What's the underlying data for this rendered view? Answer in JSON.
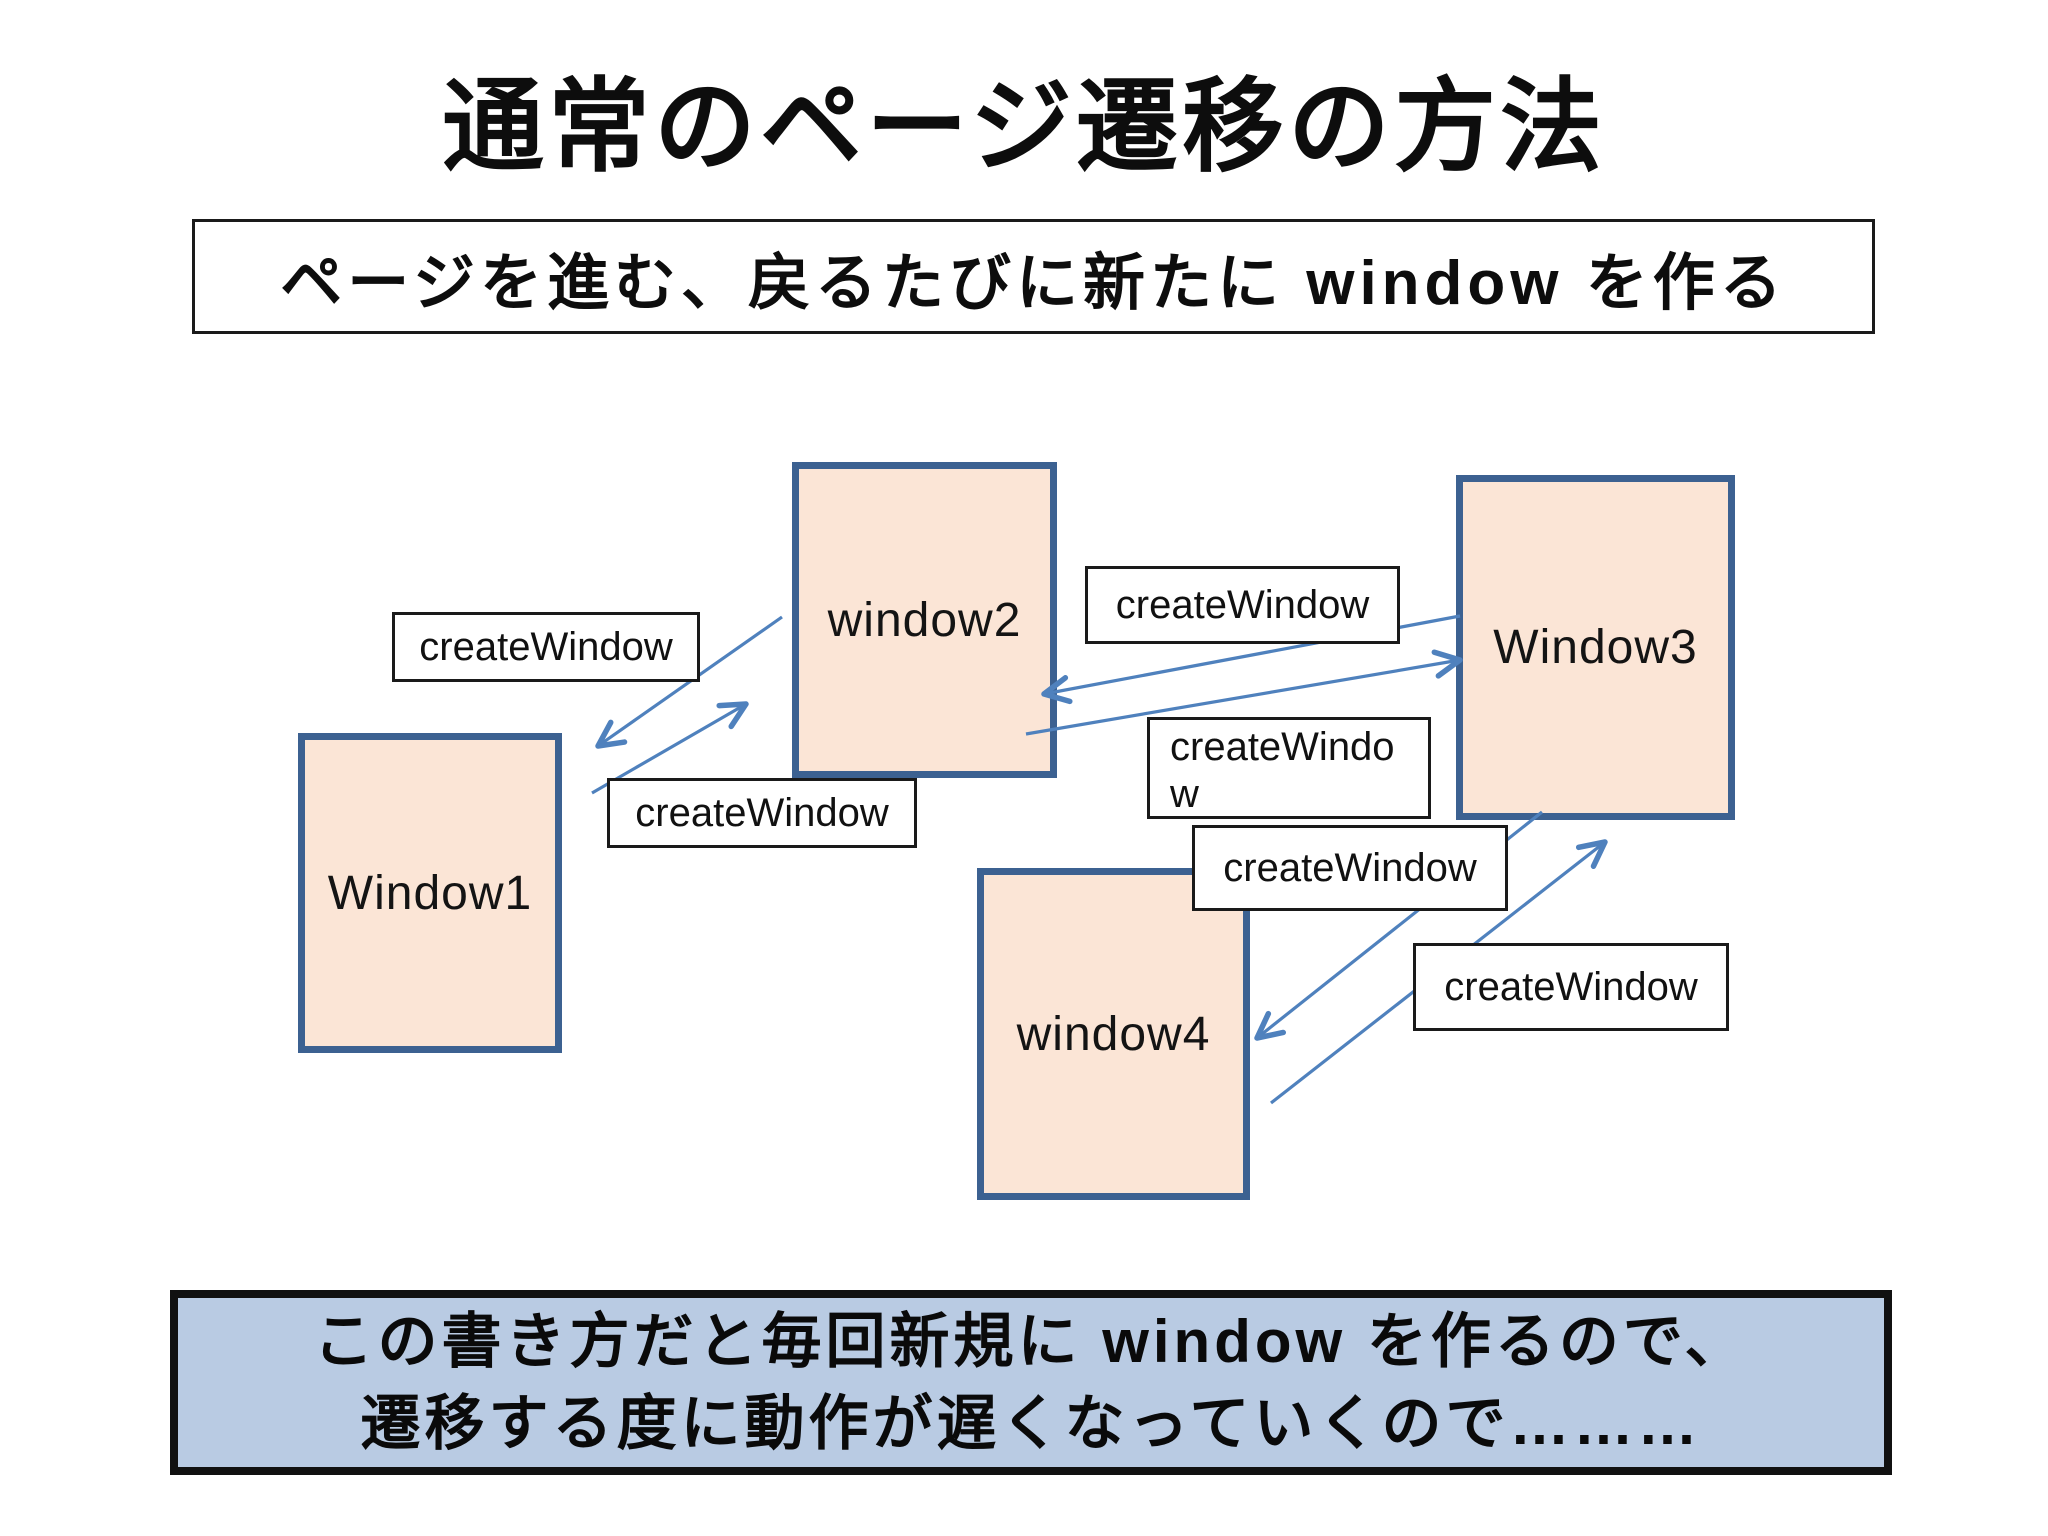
{
  "slide": {
    "title": "通常のページ遷移の方法",
    "subtitle": "ページを進む、戻るたびに新たに window を作る",
    "note": {
      "line1": "この書き方だと毎回新規に window を作るので、",
      "line2": "遷移する度に動作が遅くなっていくので………"
    },
    "windows": [
      {
        "id": "window1",
        "label": "Window1"
      },
      {
        "id": "window2",
        "label": "window2"
      },
      {
        "id": "window3",
        "label": "Window3"
      },
      {
        "id": "window4",
        "label": "window4"
      }
    ],
    "connectors": [
      {
        "from": "window2",
        "to": "Window1",
        "label": "createWindow"
      },
      {
        "from": "Window1",
        "to": "window2",
        "label": "createWindow"
      },
      {
        "from": "Window3",
        "to": "window2",
        "label": "createWindow"
      },
      {
        "from": "window2",
        "to": "Window3",
        "label": "createWindow"
      },
      {
        "from": "Window3",
        "to": "window4",
        "label": "createWindow"
      },
      {
        "from": "window4",
        "to": "Window3",
        "label": "createWindow"
      }
    ],
    "colors": {
      "window_fill": "#fbe5d6",
      "window_border": "#3c6191",
      "arrow": "#4f81bd",
      "note_fill": "#b9cbe3",
      "note_border": "#111111",
      "label_border": "#1a1a1a",
      "text": "#0d0d0d"
    }
  }
}
